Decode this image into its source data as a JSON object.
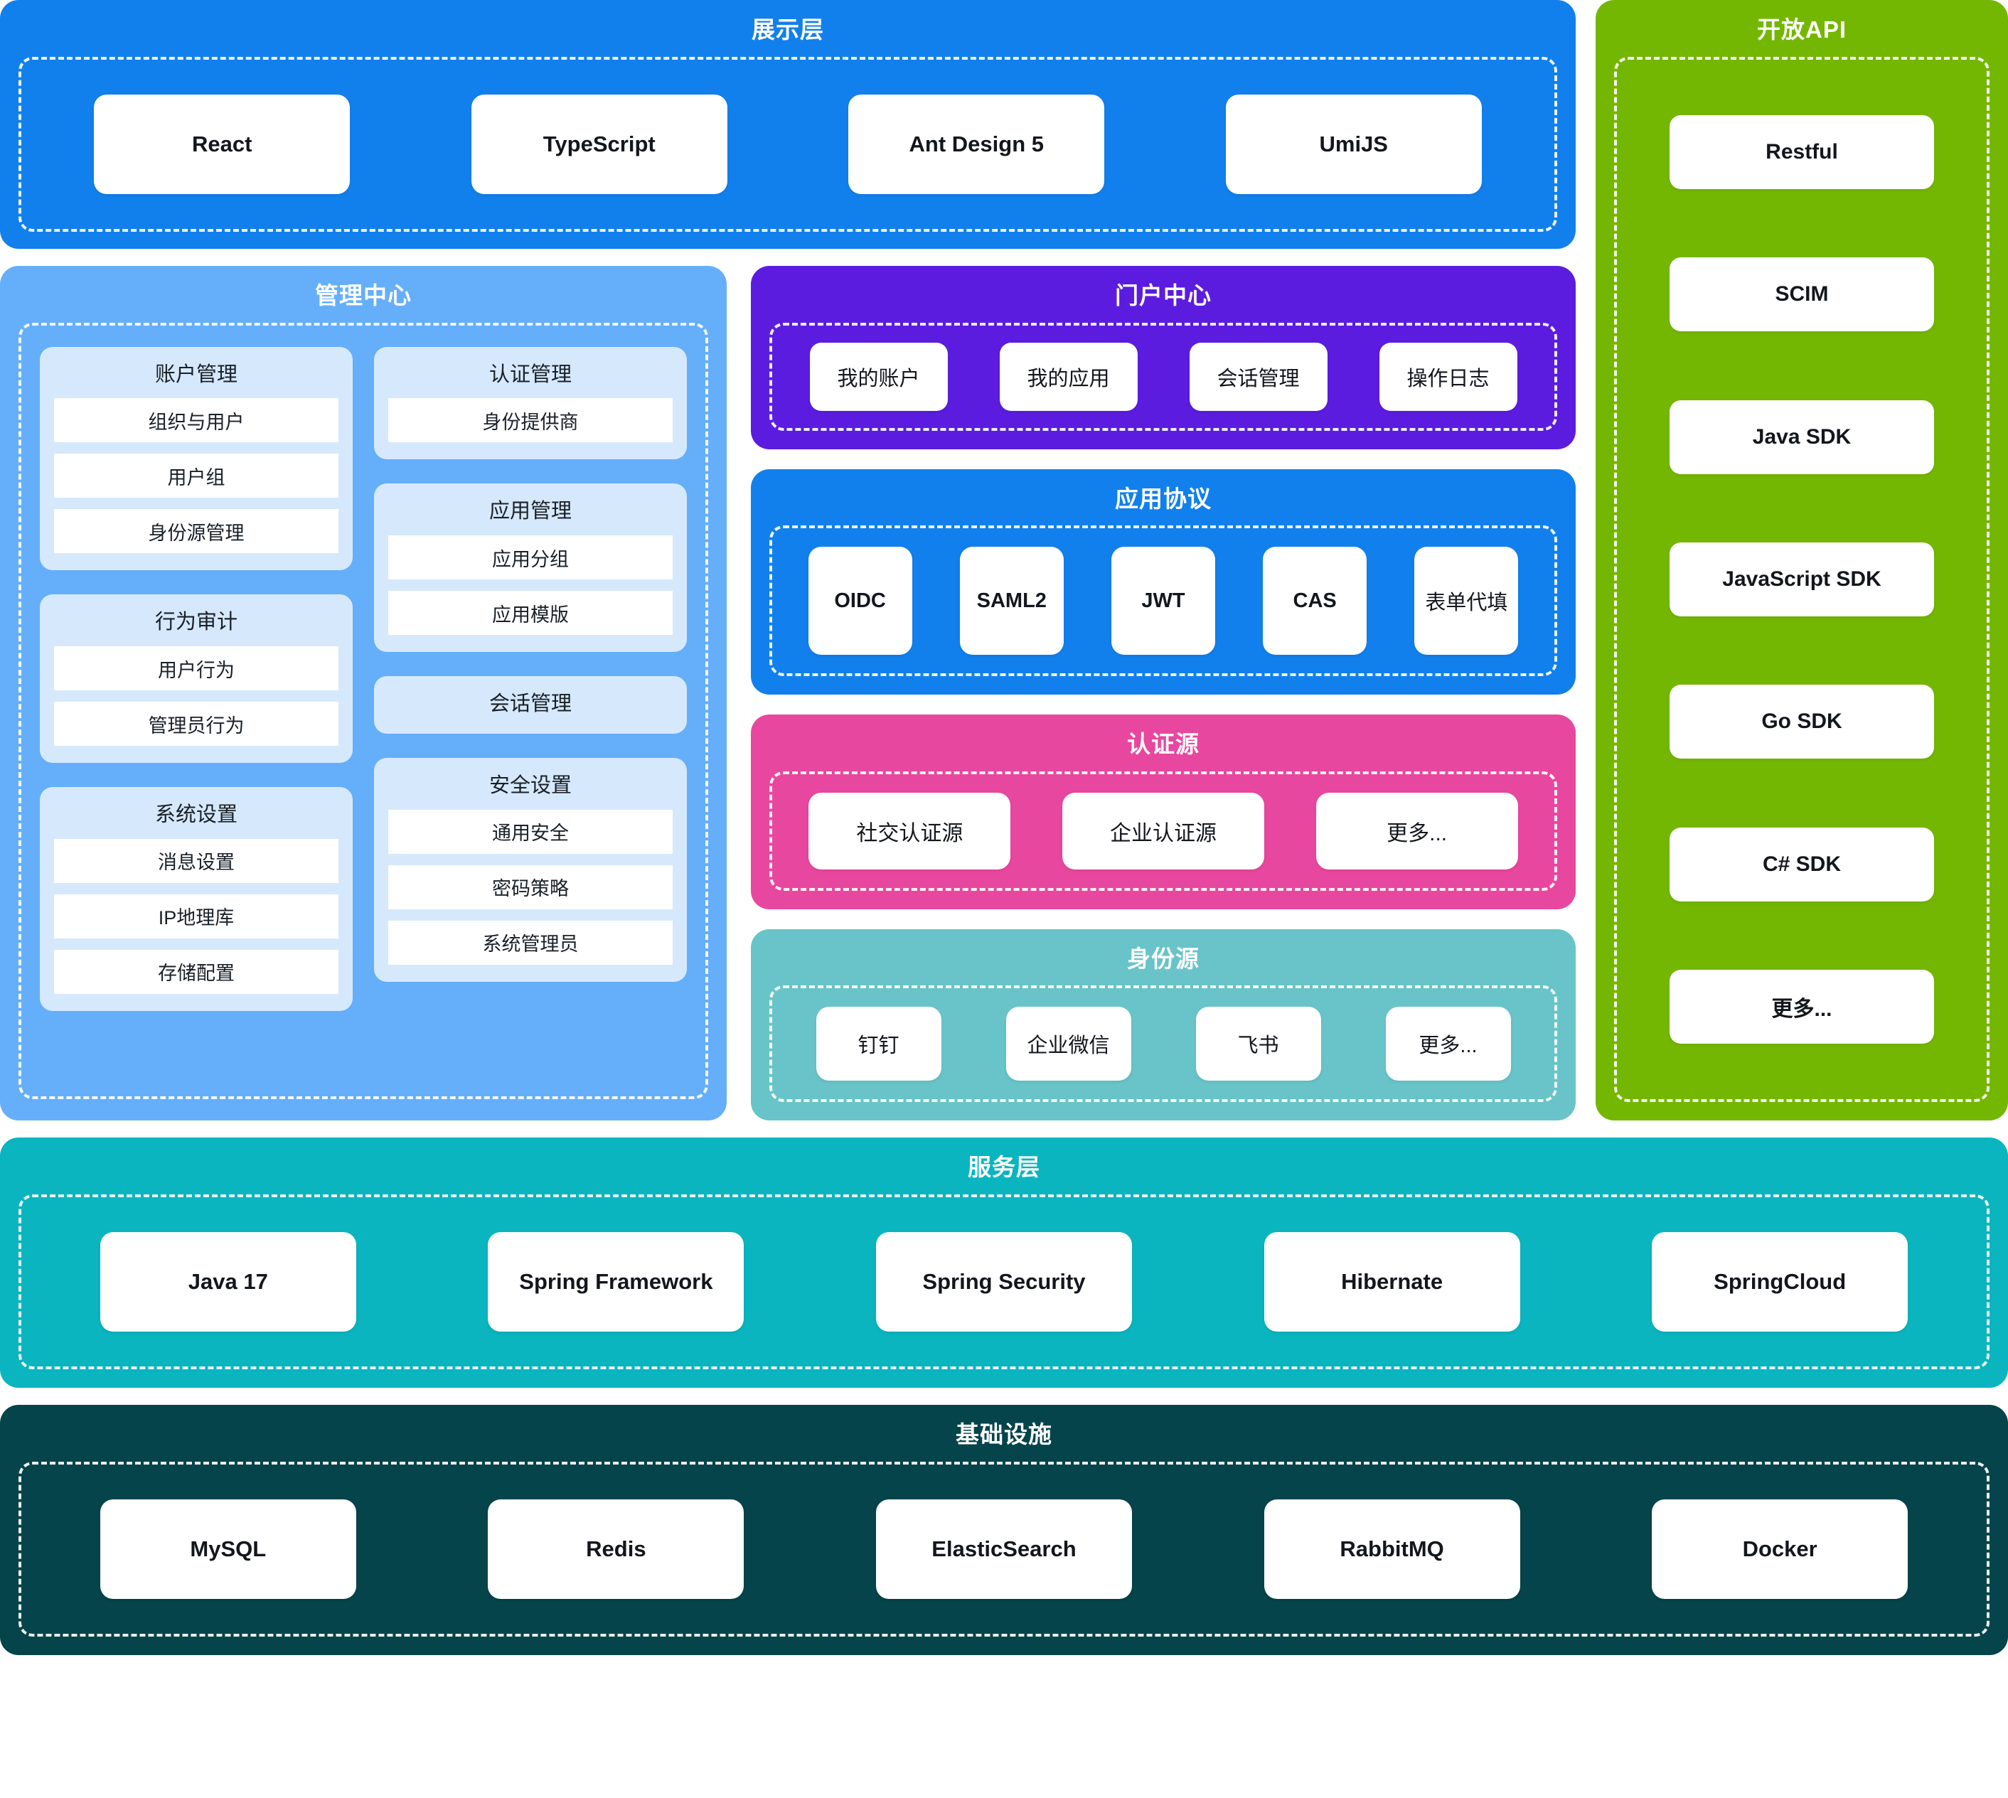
{
  "presentation": {
    "title": "展示层",
    "items": [
      {
        "label": "React"
      },
      {
        "label": "TypeScript"
      },
      {
        "label": "Ant Design 5"
      },
      {
        "label": "UmiJS"
      }
    ]
  },
  "open_api": {
    "title": "开放API",
    "items": [
      {
        "label": "Restful"
      },
      {
        "label": "SCIM"
      },
      {
        "label": "Java SDK"
      },
      {
        "label": "JavaScript SDK"
      },
      {
        "label": "Go SDK"
      },
      {
        "label": "C# SDK"
      },
      {
        "label": "更多..."
      }
    ]
  },
  "management_center": {
    "title": "管理中心",
    "left_cards": [
      {
        "title": "账户管理",
        "items": [
          "组织与用户",
          "用户组",
          "身份源管理"
        ]
      },
      {
        "title": "行为审计",
        "items": [
          "用户行为",
          "管理员行为"
        ]
      },
      {
        "title": "系统设置",
        "items": [
          "消息设置",
          "IP地理库",
          "存储配置"
        ]
      }
    ],
    "right_cards": [
      {
        "title": "认证管理",
        "items": [
          "身份提供商"
        ]
      },
      {
        "title": "应用管理",
        "items": [
          "应用分组",
          "应用模版"
        ]
      },
      {
        "title": "会话管理",
        "items": []
      },
      {
        "title": "安全设置",
        "items": [
          "通用安全",
          "密码策略",
          "系统管理员"
        ]
      }
    ]
  },
  "portal_center": {
    "title": "门户中心",
    "items": [
      {
        "label": "我的账户"
      },
      {
        "label": "我的应用"
      },
      {
        "label": "会话管理"
      },
      {
        "label": "操作日志"
      }
    ]
  },
  "app_protocol": {
    "title": "应用协议",
    "items": [
      {
        "label": "OIDC",
        "cn": false
      },
      {
        "label": "SAML2",
        "cn": false
      },
      {
        "label": "JWT",
        "cn": false
      },
      {
        "label": "CAS",
        "cn": false
      },
      {
        "label": "表单代填",
        "cn": true
      }
    ]
  },
  "auth_source": {
    "title": "认证源",
    "items": [
      {
        "label": "社交认证源"
      },
      {
        "label": "企业认证源"
      },
      {
        "label": "更多..."
      }
    ]
  },
  "identity_source": {
    "title": "身份源",
    "items": [
      {
        "label": "钉钉"
      },
      {
        "label": "企业微信"
      },
      {
        "label": "飞书"
      },
      {
        "label": "更多..."
      }
    ]
  },
  "service_layer": {
    "title": "服务层",
    "items": [
      {
        "label": "Java 17"
      },
      {
        "label": "Spring Framework"
      },
      {
        "label": "Spring Security"
      },
      {
        "label": "Hibernate"
      },
      {
        "label": "SpringCloud"
      }
    ]
  },
  "infrastructure": {
    "title": "基础设施",
    "items": [
      {
        "label": "MySQL"
      },
      {
        "label": "Redis"
      },
      {
        "label": "ElasticSearch"
      },
      {
        "label": "RabbitMQ"
      },
      {
        "label": "Docker"
      }
    ]
  },
  "colors": {
    "presentation": "#1280ec",
    "open_api": "#74b703",
    "management_center": "#65affa",
    "management_card": "#d6e9fc",
    "portal_center": "#5b1ce0",
    "app_protocol": "#1280ec",
    "auth_source": "#e8479f",
    "identity_source": "#68c4c9",
    "service_layer": "#0ab5bf",
    "infrastructure": "#04444a"
  }
}
